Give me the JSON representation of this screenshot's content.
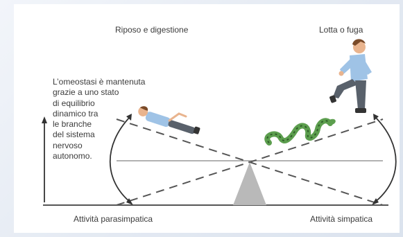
{
  "labels": {
    "rest_and_digest": "Riposo e digestione",
    "fight_or_flight": "Lotta o fuga",
    "parasympathetic": "Attività parasimpatica",
    "sympathetic": "Attività simpatica"
  },
  "note": "L’omeostasi è mantenuta\ngrazie a uno stato\ndi equilibrio\ndinamico tra\nle branche\ndel sistema\nnervoso\nautonomo.",
  "colors": {
    "shirt": "#9fc3e6",
    "trousers": "#59616b",
    "skin": "#e9b48e",
    "hair": "#7a4a28",
    "snake": "#5c9e4e",
    "fulcrum": "#b9b9b9",
    "line": "#555555",
    "text": "#3b3b3b"
  },
  "icons": {
    "resting_person": "person-lying-icon",
    "running_person": "person-running-icon",
    "snake": "snake-icon",
    "fulcrum": "fulcrum-icon"
  }
}
